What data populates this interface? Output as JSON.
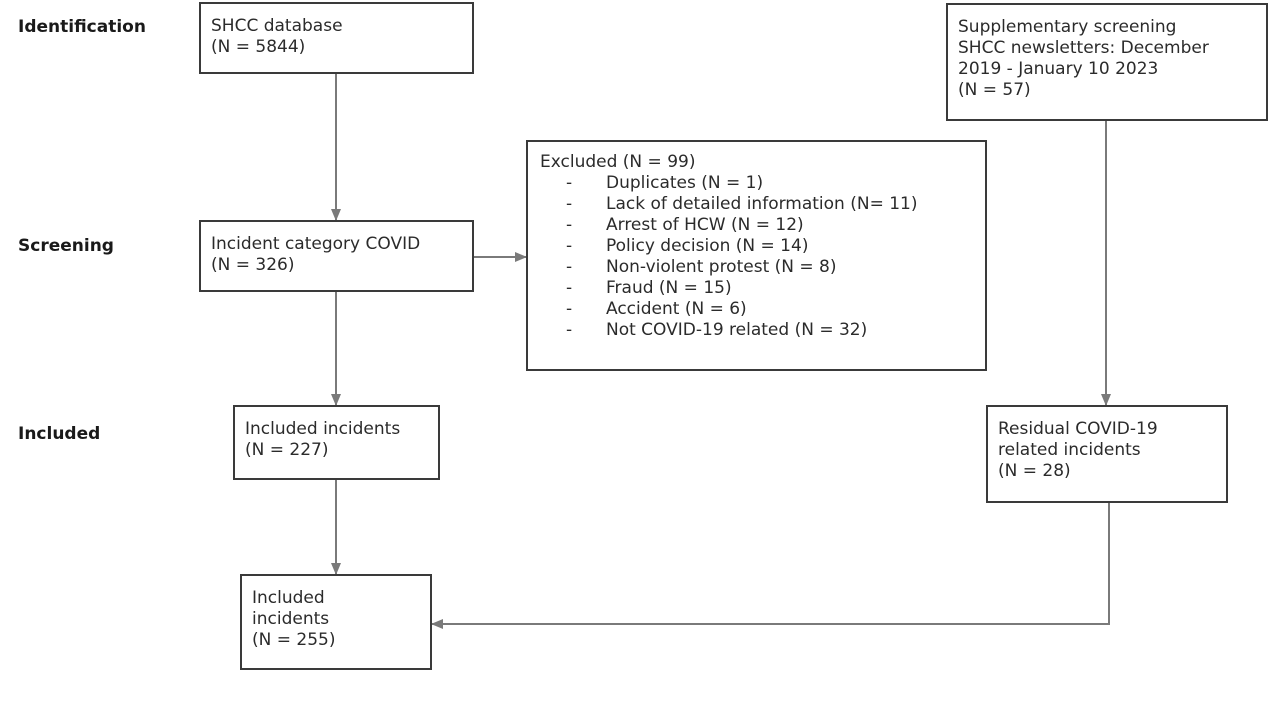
{
  "stages": {
    "identification": "Identification",
    "screening": "Screening",
    "included": "Included"
  },
  "boxes": {
    "shcc_database": {
      "line1": "SHCC database",
      "line2": "(N = 5844)"
    },
    "supplementary": {
      "line1": "Supplementary screening",
      "line2": "SHCC newsletters: December",
      "line3": "2019 - January 10 2023",
      "line4": "(N = 57)"
    },
    "incident_category": {
      "line1": "Incident category COVID",
      "line2": "(N = 326)"
    },
    "excluded": {
      "title": "Excluded (N = 99)",
      "items": [
        "Duplicates (N = 1)",
        "Lack of detailed information (N= 11)",
        "Arrest of HCW (N = 12)",
        "Policy decision (N = 14)",
        "Non-violent protest (N = 8)",
        "Fraud (N = 15)",
        "Accident (N = 6)",
        "Not COVID-19 related (N = 32)"
      ],
      "bullet": "-"
    },
    "included_incidents": {
      "line1": "Included incidents",
      "line2": "(N = 227)"
    },
    "residual": {
      "line1": "Residual COVID-19",
      "line2": "related incidents",
      "line3": "(N = 28)"
    },
    "final_included": {
      "line1": "Included",
      "line2": "incidents",
      "line3": "(N = 255)"
    }
  },
  "colors": {
    "border": "#3a3a3a",
    "arrow": "#7a7a7a",
    "text": "#2b2b2b"
  }
}
